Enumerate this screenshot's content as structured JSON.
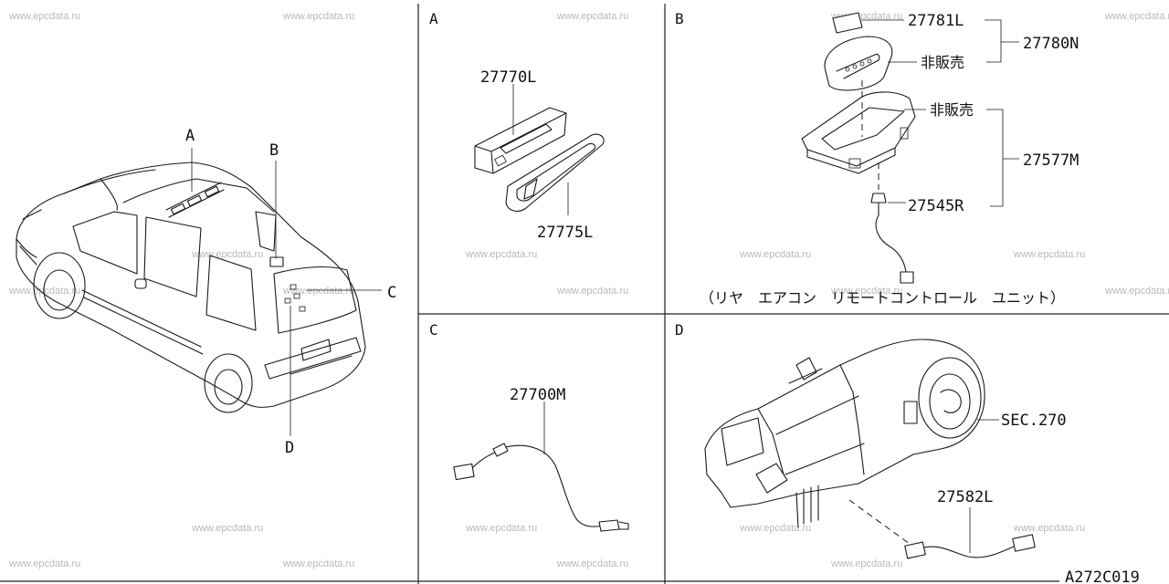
{
  "watermark": "www.epcdata.ru",
  "diagram_id": "A272C019",
  "panels": {
    "A": {
      "letter": "A",
      "parts": [
        "27770L",
        "27775L"
      ]
    },
    "B": {
      "letter": "B",
      "parts": [
        "27781L",
        "27780N",
        "27577M",
        "27545R"
      ],
      "not_sold_1": "非販売",
      "not_sold_2": "非販売",
      "caption": "（リヤ　エアコン　リモートコントロール　ユニット）"
    },
    "C": {
      "letter": "C",
      "parts": [
        "27700M"
      ]
    },
    "D": {
      "letter": "D",
      "parts": [
        "SEC.270",
        "27582L"
      ]
    }
  },
  "overview": {
    "callouts": [
      "A",
      "B",
      "C",
      "D"
    ]
  }
}
